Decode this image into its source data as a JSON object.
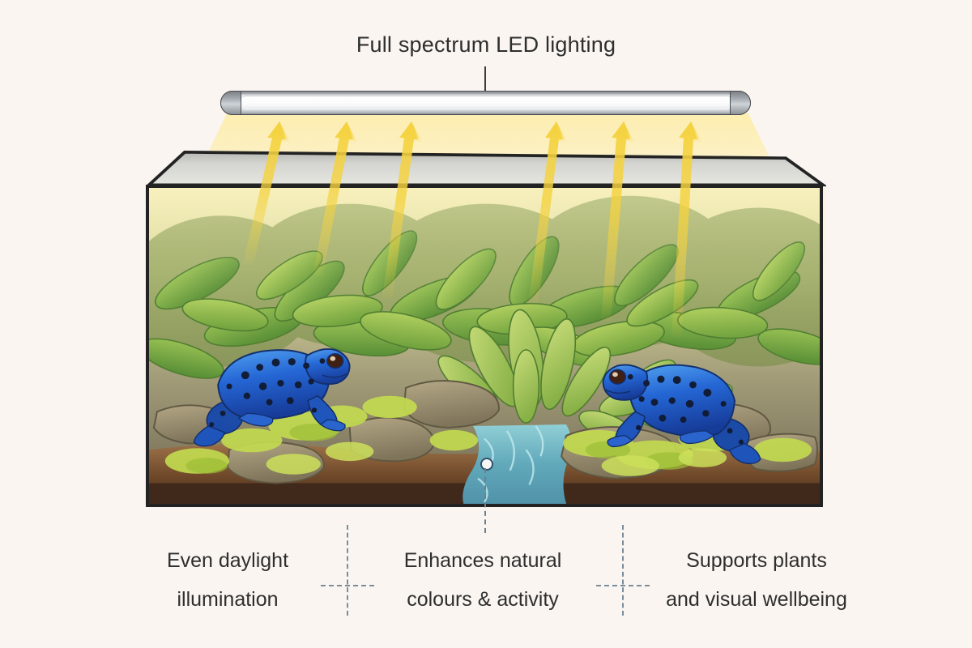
{
  "page": {
    "background_color": "#faf5f0",
    "text_color": "#2e2e2e"
  },
  "title": {
    "text": "Full spectrum LED lighting",
    "leader_line": "vertical-leader"
  },
  "fixture": {
    "name": "LED light bar",
    "body_color": "#ffffff",
    "cap_color": "#9aa0a6",
    "glow_color": "#fdeeaa"
  },
  "tank": {
    "name": "glass terrarium",
    "frame_color": "#232323",
    "glass_top_color": "#d8d9d4",
    "substrate_color": "#4a2f1d",
    "habitat": {
      "plants_color": "#8cb84a",
      "rock_color": "#9a8e6f",
      "water_color": "#6fb9c4",
      "moss_color": "#b9d14a"
    },
    "animals": [
      {
        "name": "blue poison dart frog (left)",
        "body_color": "#2a6fd6",
        "spot_color": "#101a33",
        "facing": "right"
      },
      {
        "name": "blue poison dart frog (right)",
        "body_color": "#2a6fd6",
        "spot_color": "#101a33",
        "facing": "left"
      }
    ]
  },
  "beams": {
    "name": "light direction arrows",
    "count": 6,
    "color": "#f2d243",
    "direction": "up"
  },
  "marker": {
    "name": "callout point on water",
    "ring_color": "#31506b",
    "fill_color": "#f7f8f5"
  },
  "captions": [
    {
      "line1": "Even daylight",
      "line2": "illumination"
    },
    {
      "line1": "Enhances natural",
      "line2": "colours & activity"
    },
    {
      "line1": "Supports plants",
      "line2": "and visual wellbeing"
    }
  ],
  "dividers": {
    "style": "dashed-cross",
    "color": "#7b8d9c",
    "count": 2
  }
}
